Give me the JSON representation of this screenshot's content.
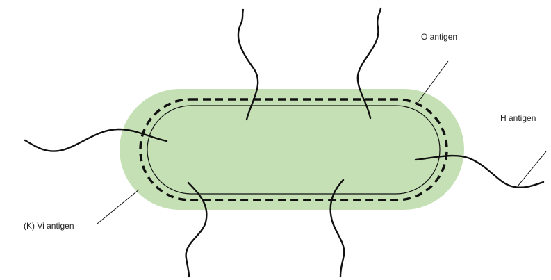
{
  "diagram": {
    "labels": {
      "o_antigen": "O antigen",
      "h_antigen": "H antigen",
      "k_antigen": "(K) Vi antigen"
    },
    "colors": {
      "capsule": "#c5e0b4",
      "outline": "#111111",
      "label_text": "#222222"
    }
  }
}
